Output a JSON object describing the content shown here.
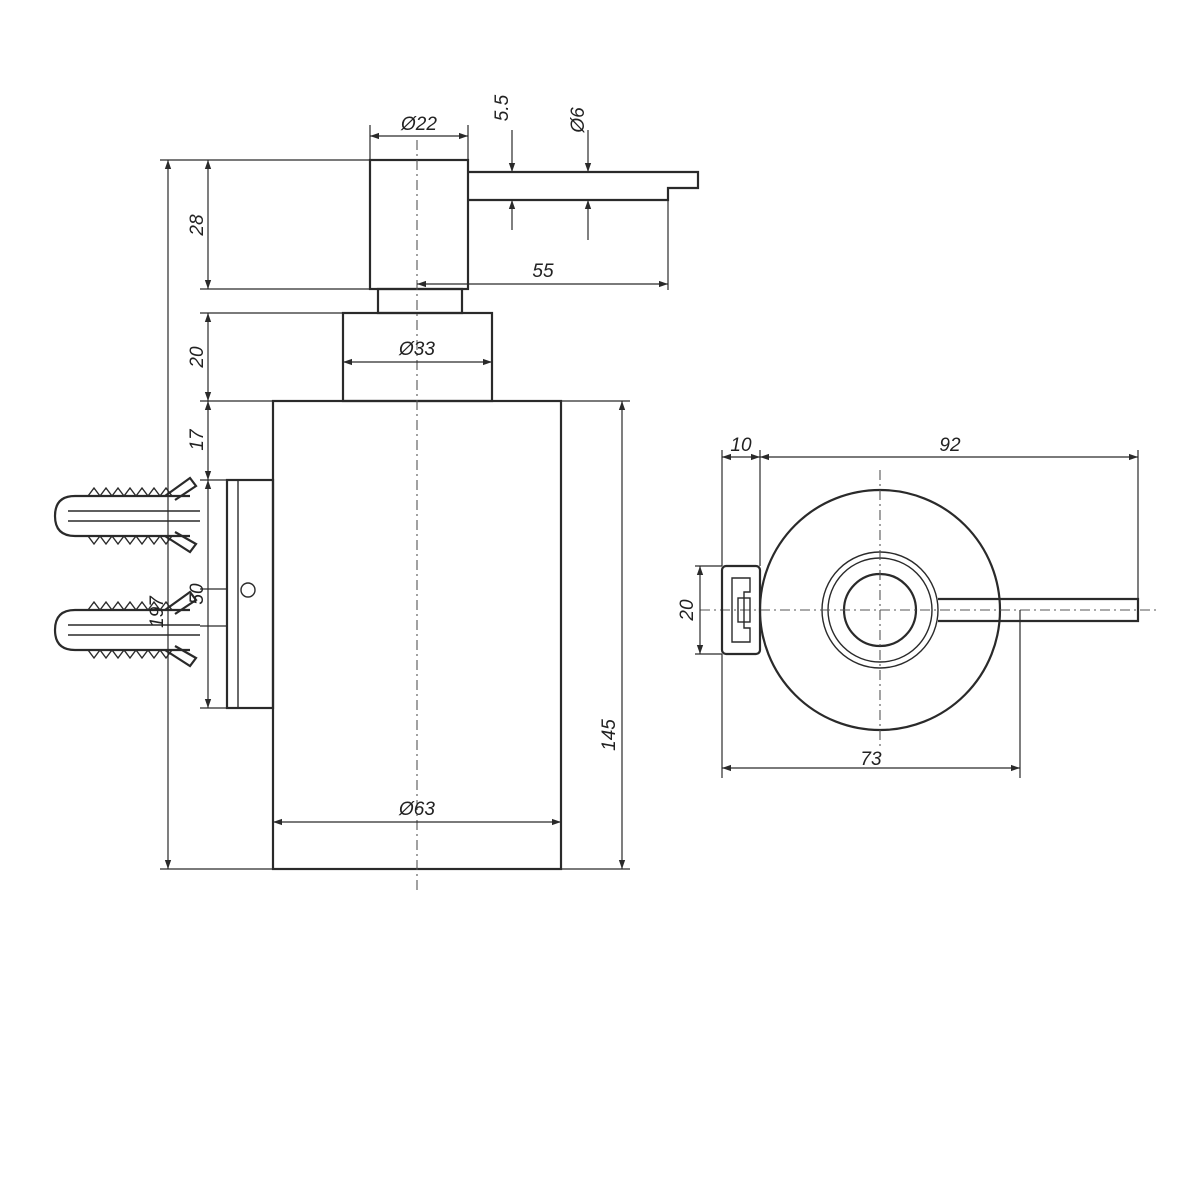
{
  "side_view": {
    "dims": {
      "pump_diameter": "Ø22",
      "spout_height": "5.5",
      "spout_diameter": "Ø6",
      "head_height": "28",
      "spout_length": "55",
      "collar_height": "20",
      "collar_diameter": "Ø33",
      "bracket_offset": "17",
      "bracket_spacing": "50",
      "bracket_overall": "197",
      "body_height": "145",
      "body_diameter": "Ø63"
    }
  },
  "top_view": {
    "dims": {
      "bracket_depth": "10",
      "overall_depth": "92",
      "bracket_width": "20",
      "body_diameter": "73"
    }
  }
}
